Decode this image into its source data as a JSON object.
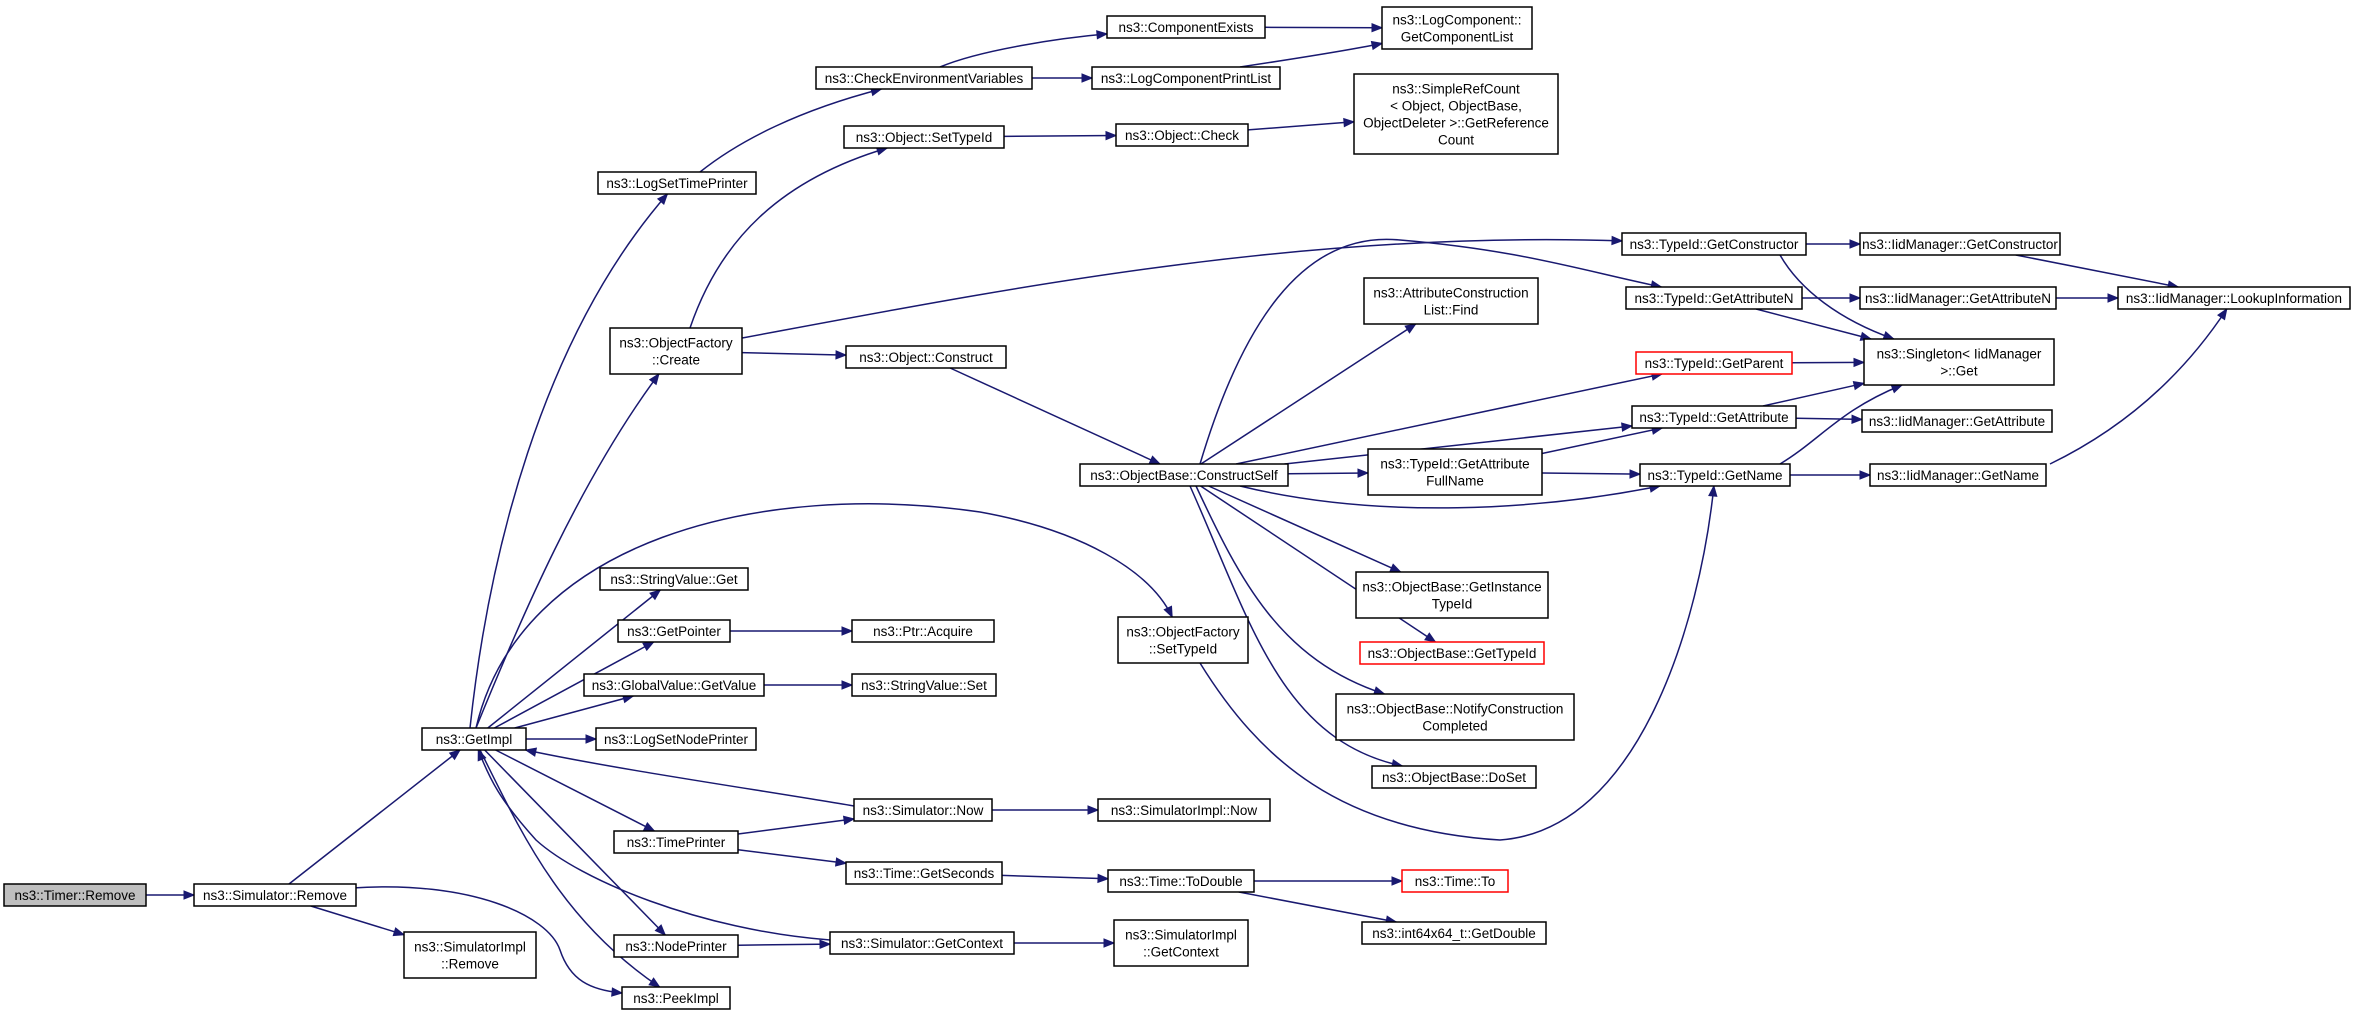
{
  "nodes": {
    "timer_remove": "ns3::Timer::Remove",
    "simulator_remove": "ns3::Simulator::Remove",
    "getimpl": "ns3::GetImpl",
    "simulatorimpl_remove": [
      "ns3::SimulatorImpl",
      "::Remove"
    ],
    "peekimpl": "ns3::PeekImpl",
    "logsettimeprinter": "ns3::LogSetTimePrinter",
    "checkenv": "ns3::CheckEnvironmentVariables",
    "componentexists": "ns3::ComponentExists",
    "logcomponentprintlist": "ns3::LogComponentPrintList",
    "getcomponentlist": [
      "ns3::LogComponent::",
      "GetComponentList"
    ],
    "object_settypeid": "ns3::Object::SetTypeId",
    "object_check": "ns3::Object::Check",
    "simplerefcount": [
      "ns3::SimpleRefCount",
      "< Object, ObjectBase,",
      "ObjectDeleter >::GetReference",
      "Count"
    ],
    "objectfactory_create": [
      "ns3::ObjectFactory",
      "::Create"
    ],
    "object_construct": "ns3::Object::Construct",
    "typeid_getconstructor": "ns3::TypeId::GetConstructor",
    "iidmanager_getconstructor": "ns3::IidManager::GetConstructor",
    "iidmanager_lookupinformation": "ns3::IidManager::LookupInformation",
    "typeid_getattributen": "ns3::TypeId::GetAttributeN",
    "iidmanager_getattributen": "ns3::IidManager::GetAttributeN",
    "attributeconstructionlist_find": [
      "ns3::AttributeConstruction",
      "List::Find"
    ],
    "typeid_getparent": "ns3::TypeId::GetParent",
    "singleton_get": [
      "ns3::Singleton< IidManager",
      ">::Get"
    ],
    "typeid_getattribute": "ns3::TypeId::GetAttribute",
    "iidmanager_getattribute": "ns3::IidManager::GetAttribute",
    "objectbase_constructself": "ns3::ObjectBase::ConstructSelf",
    "typeid_getattributefullname": [
      "ns3::TypeId::GetAttribute",
      "FullName"
    ],
    "typeid_getname": "ns3::TypeId::GetName",
    "iidmanager_getname": "ns3::IidManager::GetName",
    "stringvalue_get": "ns3::StringValue::Get",
    "objectbase_getinstancetypeid": [
      "ns3::ObjectBase::GetInstance",
      "TypeId"
    ],
    "getpointer": "ns3::GetPointer",
    "ptr_acquire": "ns3::Ptr::Acquire",
    "objectfactory_settypeid": [
      "ns3::ObjectFactory",
      "::SetTypeId"
    ],
    "objectbase_gettypeid": "ns3::ObjectBase::GetTypeId",
    "globalvalue_getvalue": "ns3::GlobalValue::GetValue",
    "stringvalue_set": "ns3::StringValue::Set",
    "objectbase_notify": [
      "ns3::ObjectBase::NotifyConstruction",
      "Completed"
    ],
    "logsetnodeprinter": "ns3::LogSetNodePrinter",
    "objectbase_doset": "ns3::ObjectBase::DoSet",
    "simulator_now": "ns3::Simulator::Now",
    "simulatorimpl_now": "ns3::SimulatorImpl::Now",
    "timeprinter": "ns3::TimePrinter",
    "time_getseconds": "ns3::Time::GetSeconds",
    "time_todouble": "ns3::Time::ToDouble",
    "time_to": "ns3::Time::To",
    "int64x64_getdouble": "ns3::int64x64_t::GetDouble",
    "nodeprinter": "ns3::NodePrinter",
    "simulator_getcontext": "ns3::Simulator::GetContext",
    "simulatorimpl_getcontext": [
      "ns3::SimulatorImpl",
      "::GetContext"
    ]
  }
}
